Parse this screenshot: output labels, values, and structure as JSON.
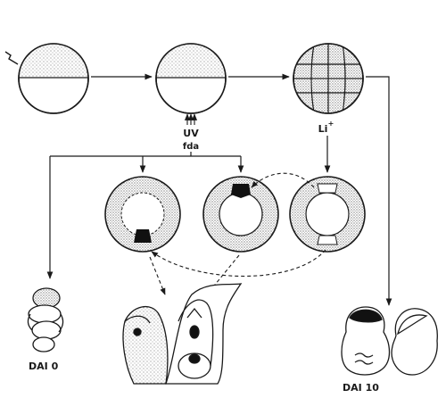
{
  "labels": {
    "uv": "UV",
    "li": "Li",
    "li_superscript": "+",
    "fda": "fda",
    "dai_0": "DAI 0",
    "dai_10": "DAI 10"
  },
  "colors": {
    "ink": "#1a1a1a",
    "paper": "#ffffff",
    "stipple": "#555555"
  }
}
